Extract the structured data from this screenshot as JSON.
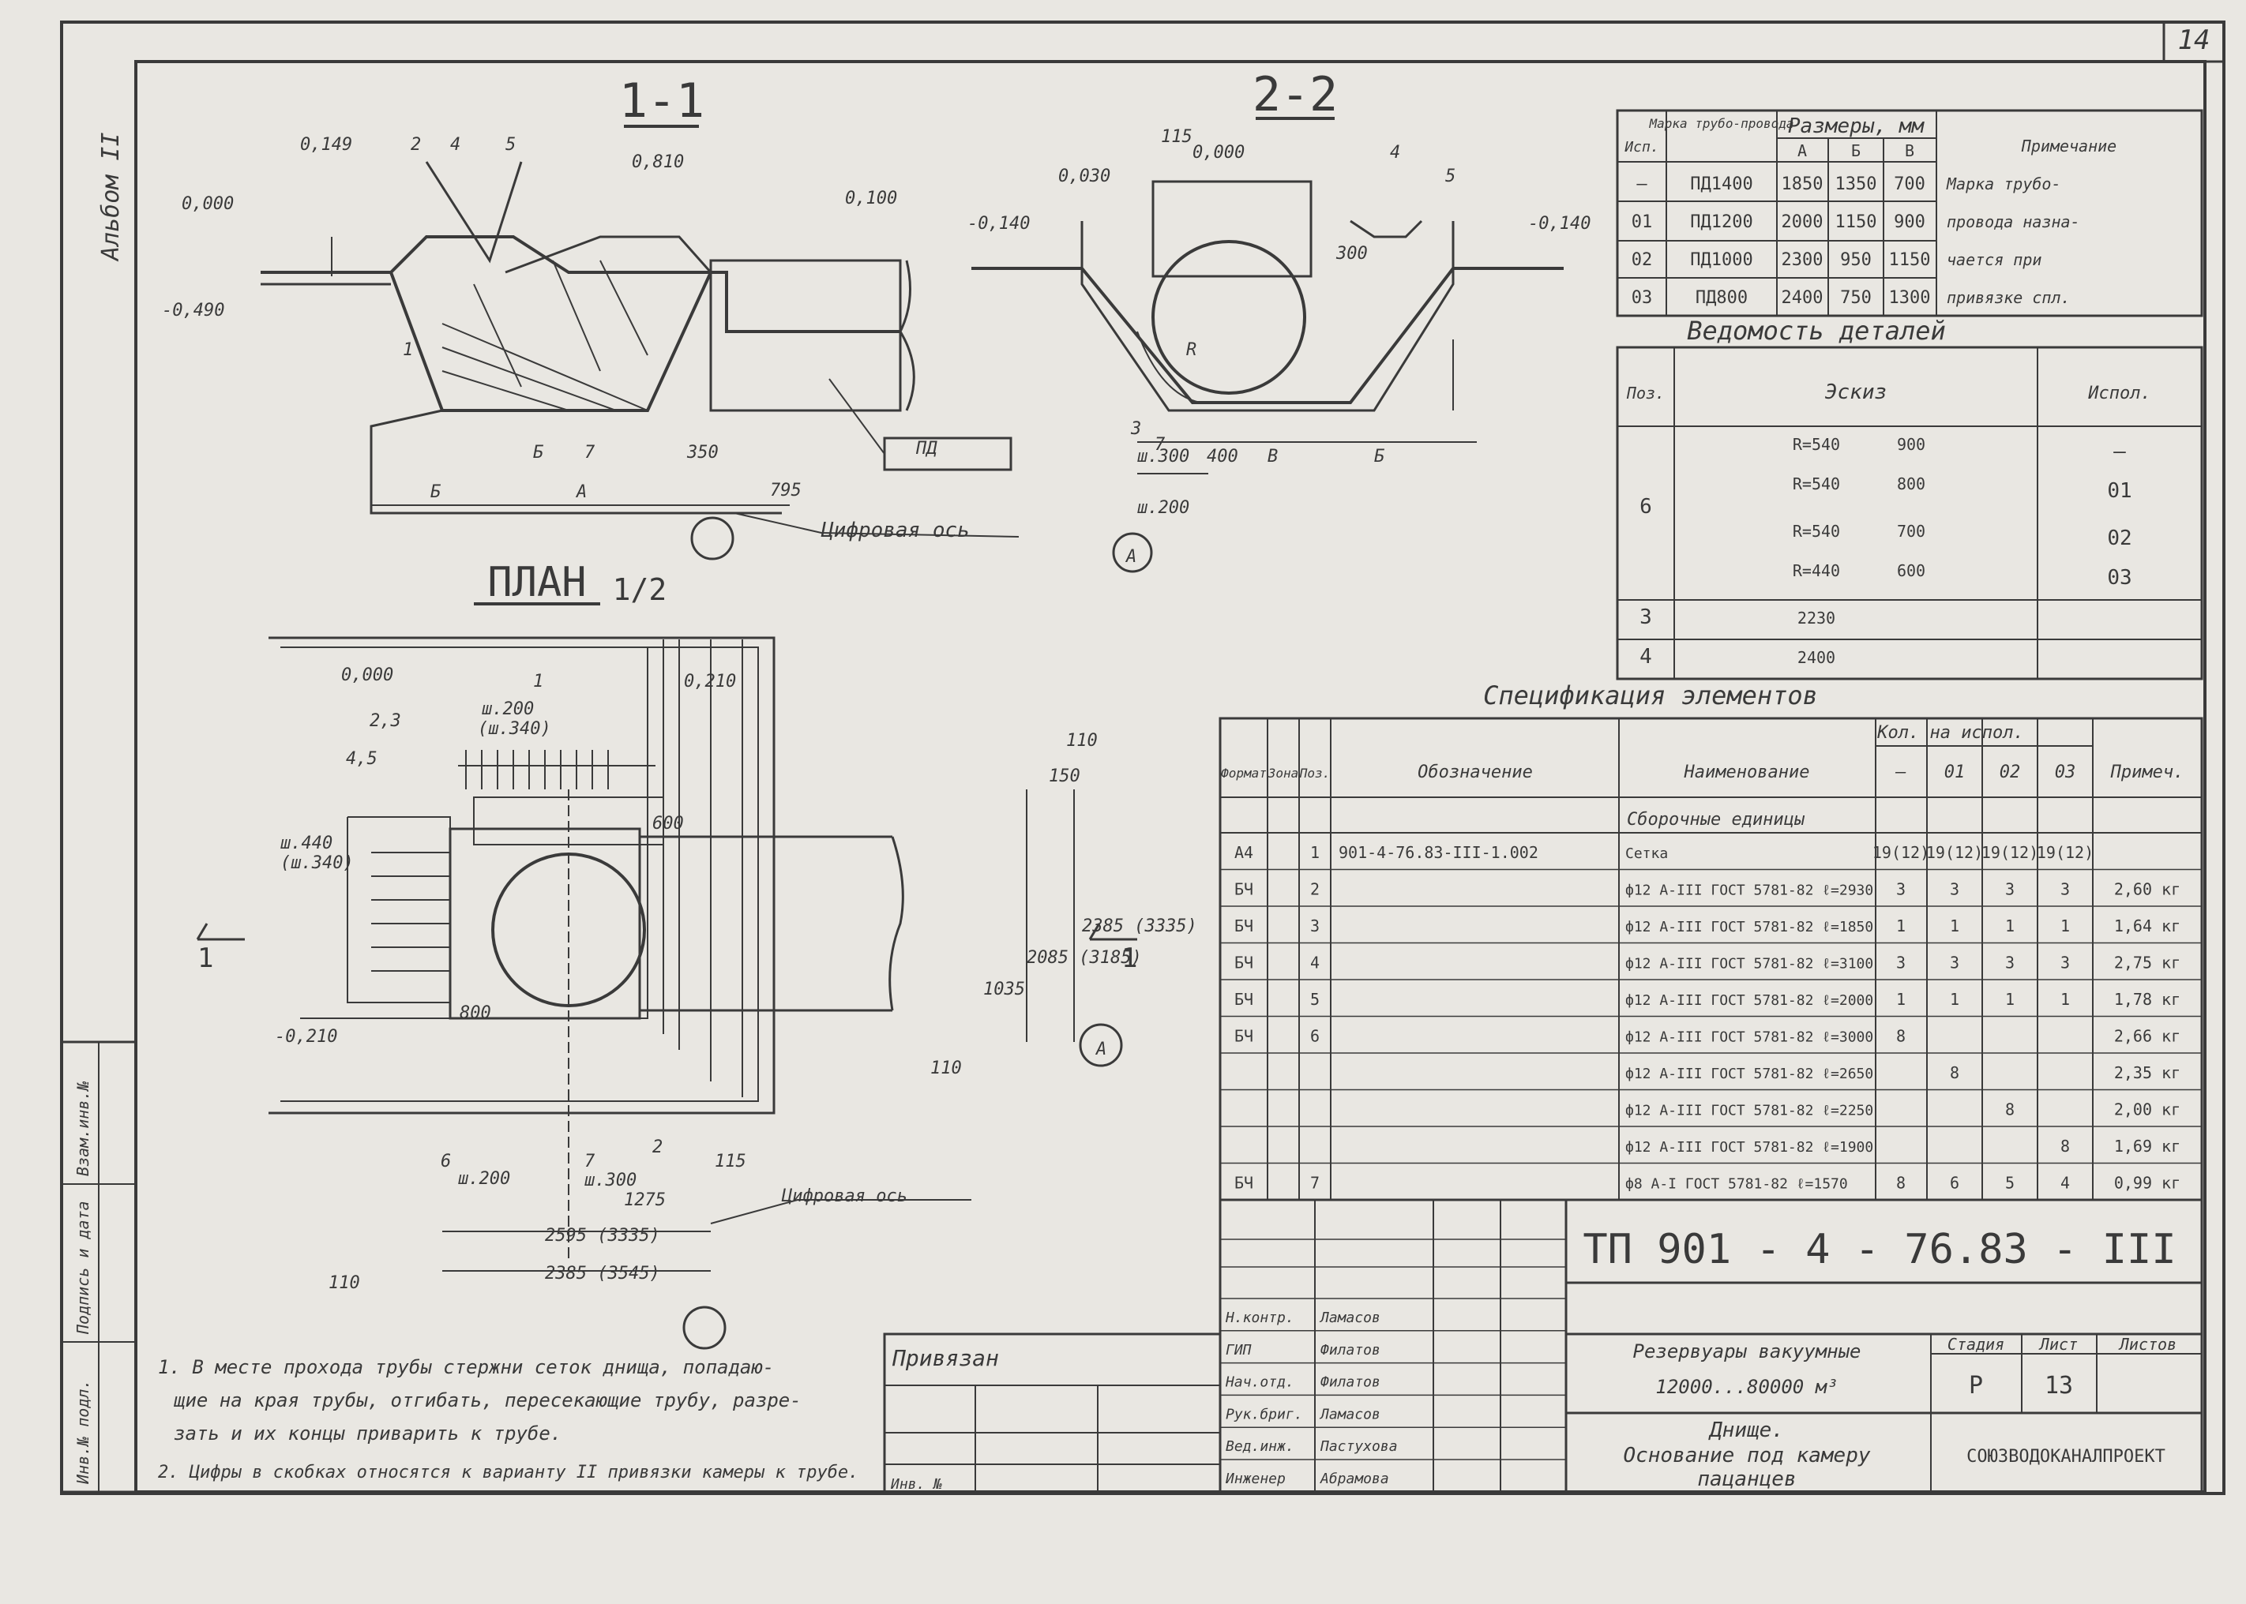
{
  "sheet_number": "14",
  "section_1": {
    "title": "1-1",
    "labels": [
      "0,149",
      "2",
      "4",
      "5",
      "0,810",
      "0,100",
      "0,000",
      "-0,490",
      "1",
      "Б",
      "7",
      "350",
      "Б",
      "А",
      "795",
      "ПД",
      "Цифровая ось"
    ]
  },
  "section_2": {
    "title": "2-2",
    "labels": [
      "115",
      "0,000",
      "0,030",
      "-0,140",
      "4",
      "5",
      "-0,140",
      "300",
      "R",
      "3",
      "7",
      "ш.300",
      "400",
      "В",
      "Б",
      "ш.200",
      "А"
    ]
  },
  "plan": {
    "title": "ПЛАН",
    "cut_ref": "1/2",
    "labels": [
      "0,000",
      "0,210",
      "1",
      "2,3",
      "4,5",
      "ш.200",
      "(ш.340)",
      "ш.440",
      "(ш.340)",
      "600",
      "110",
      "150",
      "1035",
      "2085 (3185)",
      "2385 (3335)",
      "800",
      "-0,210",
      "110",
      "6",
      "ш.200",
      "7",
      "ш.300",
      "2",
      "115",
      "1275",
      "2595 (3335)",
      "2385 (3545)",
      "110",
      "Цифровая ось",
      "А"
    ],
    "axis_marks": [
      "1",
      "1"
    ]
  },
  "album_label": "Альбом II",
  "pipe_table": {
    "col_headers": [
      "Исп.",
      "Марка трубо-провода",
      "А",
      "Б",
      "В",
      "Примечание"
    ],
    "group_header": "Размеры, мм",
    "rows": [
      [
        "—",
        "ПД1400",
        "1850",
        "1350",
        "700"
      ],
      [
        "01",
        "ПД1200",
        "2000",
        "1150",
        "900"
      ],
      [
        "02",
        "ПД1000",
        "2300",
        "950",
        "1150"
      ],
      [
        "03",
        "ПД800",
        "2400",
        "750",
        "1300"
      ]
    ],
    "note": [
      "Марка трубо-",
      "провода назна-",
      "чается при",
      "привязке спл."
    ]
  },
  "details_table": {
    "title": "Ведомость деталей",
    "col_headers": [
      "Поз.",
      "Эскиз",
      "Испол."
    ],
    "rows": [
      {
        "pos": "6",
        "sketch": "R=540",
        "dim": "900",
        "isp": "—"
      },
      {
        "pos": "",
        "sketch": "R=540",
        "dim": "800",
        "isp": "01"
      },
      {
        "pos": "",
        "sketch": "R=540",
        "dim": "700",
        "isp": "02"
      },
      {
        "pos": "",
        "sketch": "R=440",
        "dim": "600",
        "isp": "03"
      },
      {
        "pos": "3",
        "sketch": "2230",
        "dim": "",
        "isp": ""
      },
      {
        "pos": "4",
        "sketch": "2400",
        "dim": "",
        "isp": ""
      }
    ]
  },
  "spec_table": {
    "title": "Спецификация элементов",
    "col_headers": [
      "Формат",
      "Зона",
      "Поз.",
      "Обозначение",
      "Наименование",
      "—",
      "01",
      "02",
      "03",
      "Примеч."
    ],
    "group_header": "Кол. на испол.",
    "subheader": "Сборочные единицы",
    "rows": [
      [
        "А4",
        "",
        "1",
        "901-4-76.83-III-1.002",
        "Сетка",
        "19(12)",
        "19(12)",
        "19(12)",
        "19(12)",
        ""
      ],
      [
        "БЧ",
        "",
        "2",
        "",
        "ф12 А-III ГОСТ 5781-82 ℓ=2930",
        "3",
        "3",
        "3",
        "3",
        "2,60 кг"
      ],
      [
        "БЧ",
        "",
        "3",
        "",
        "ф12 А-III ГОСТ 5781-82 ℓ=1850",
        "1",
        "1",
        "1",
        "1",
        "1,64 кг"
      ],
      [
        "БЧ",
        "",
        "4",
        "",
        "ф12 А-III ГОСТ 5781-82 ℓ=3100",
        "3",
        "3",
        "3",
        "3",
        "2,75 кг"
      ],
      [
        "БЧ",
        "",
        "5",
        "",
        "ф12 А-III ГОСТ 5781-82 ℓ=2000",
        "1",
        "1",
        "1",
        "1",
        "1,78 кг"
      ],
      [
        "БЧ",
        "",
        "6",
        "",
        "ф12 А-III ГОСТ 5781-82 ℓ=3000",
        "8",
        "",
        "",
        "",
        "2,66 кг"
      ],
      [
        "",
        "",
        "",
        "",
        "ф12 А-III ГОСТ 5781-82 ℓ=2650",
        "",
        "8",
        "",
        "",
        "2,35 кг"
      ],
      [
        "",
        "",
        "",
        "",
        "ф12 А-III ГОСТ 5781-82 ℓ=2250",
        "",
        "",
        "8",
        "",
        "2,00 кг"
      ],
      [
        "",
        "",
        "",
        "",
        "ф12 А-III ГОСТ 5781-82 ℓ=1900",
        "",
        "",
        "",
        "8",
        "1,69 кг"
      ],
      [
        "БЧ",
        "",
        "7",
        "",
        "ф8 А-I ГОСТ 5781-82 ℓ=1570",
        "8",
        "6",
        "5",
        "4",
        "0,99 кг"
      ]
    ]
  },
  "title_block": {
    "code": "ТП 901 - 4 - 76.83 - III",
    "roles": [
      "Н.контр.",
      "ГИП",
      "Нач.отд.",
      "Рук.бриг.",
      "Вед.инж.",
      "Инженер"
    ],
    "names": [
      "Ламасов",
      "Филатов",
      "Филатов",
      "Ламасов",
      "Пастухова",
      "Абрамова"
    ],
    "project": [
      "Резервуары вакуумные",
      "12000...80000 м³"
    ],
    "sheet_title": [
      "Днище.",
      "Основание под камеру",
      "пацанцев"
    ],
    "stage_label": "Стадия",
    "stage": "Р",
    "sheet_label": "Лист",
    "sheet": "13",
    "sheets_label": "Листов",
    "sheets": "",
    "org": "СОЮЗВОДОКАНАЛПРОЕКТ",
    "privyazan": "Привязан",
    "inv": "Инв. №"
  },
  "side_stamp": [
    "Инв.№ подл.",
    "Подпись и дата",
    "Взам.инв.№"
  ],
  "notes": [
    "1. В месте прохода трубы стержни сеток днища, попадаю-",
    "щие на края трубы, отгибать, пересекающие трубу, разре-",
    "зать и их концы приварить к трубе.",
    "2. Цифры в скобках относятся к варианту II привязки камеры к трубе."
  ]
}
